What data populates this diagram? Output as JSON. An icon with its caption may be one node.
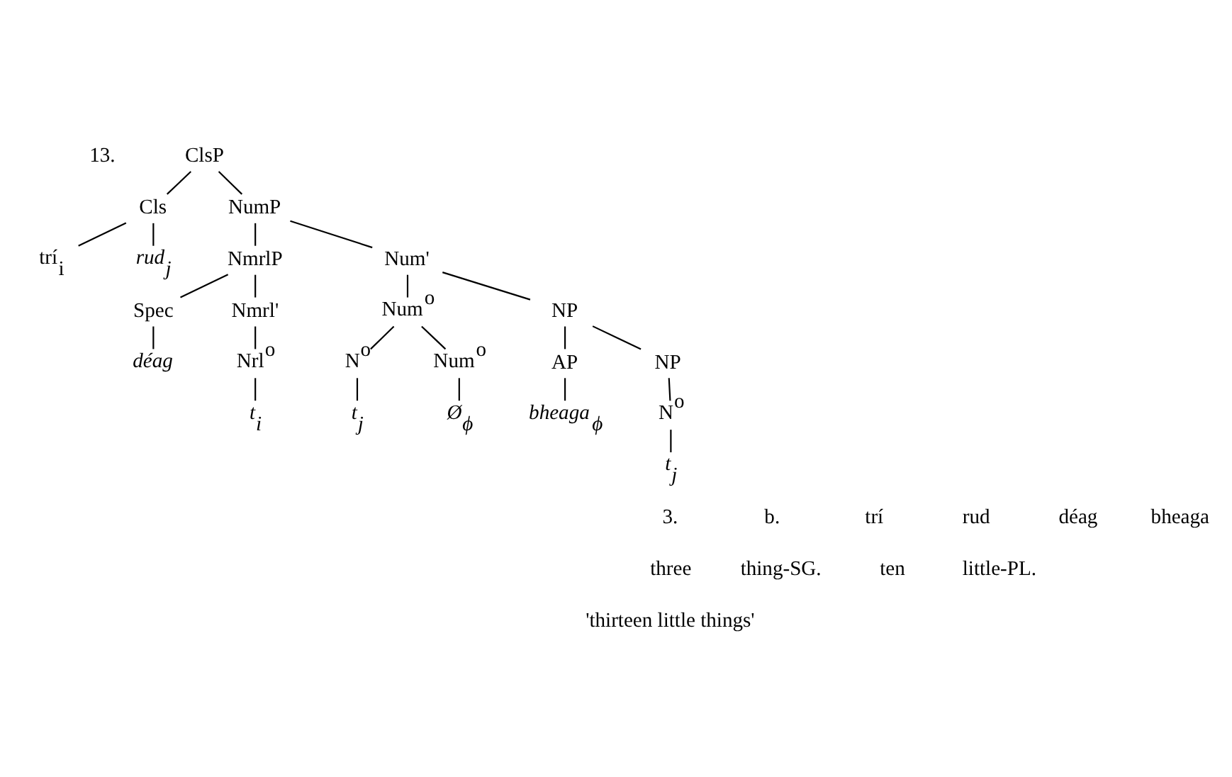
{
  "diagram": {
    "nodes": [
      {
        "text": [
          "ClsP"
        ]
      },
      {
        "text": [
          "Cls"
        ]
      },
      {
        "text": [
          "NumP"
        ]
      },
      {
        "text": [
          "trí$_{i}$"
        ]
      },
      {
        "text": [
          "rud$_{j}$"
        ]
      },
      {
        "text": [
          "NmrlP"
        ]
      },
      {
        "text": [
          "Num'"
        ]
      },
      {
        "text": [
          "Spec"
        ]
      },
      {
        "text": [
          "Nmrl'"
        ]
      },
      {
        "text": [
          "Num$^{o}$"
        ]
      },
      {
        "text": [
          "NP"
        ]
      },
      {
        "text": [
          "déag"
        ]
      },
      {
        "text": [
          "Nrl$^{o}$"
        ]
      },
      {
        "text": [
          "N$^{o}$"
        ]
      },
      {
        "text": [
          "Num$^{o}$"
        ]
      },
      {
        "text": [
          "AP"
        ]
      },
      {
        "text": [
          "NP"
        ]
      },
      {
        "text": [
          "t$_{i}$"
        ]
      },
      {
        "text": [
          "t$_{j}$"
        ]
      },
      {
        "text": [
          "Ø$_{ϕ}$"
        ]
      },
      {
        "text": [
          "bheaga$_{ϕ}$"
        ]
      },
      {
        "text": [
          "N$^{o}$"
        ]
      },
      {
        "text": [
          "t$_{j}$"
        ]
      }
    ],
    "edges": [
      {
        "from": 0,
        "to": 1,
        "arrow": "none"
      },
      {
        "from": 0,
        "to": 2,
        "arrow": "none"
      },
      {
        "from": 1,
        "to": 3,
        "arrow": "none"
      },
      {
        "from": 1,
        "to": 4,
        "arrow": "none"
      },
      {
        "from": 2,
        "to": 5,
        "arrow": "none"
      },
      {
        "from": 2,
        "to": 6,
        "arrow": "none"
      },
      {
        "from": 5,
        "to": 7,
        "arrow": "none"
      },
      {
        "from": 5,
        "to": 8,
        "arrow": "none"
      },
      {
        "from": 6,
        "to": 9,
        "arrow": "none"
      },
      {
        "from": 6,
        "to": 10,
        "arrow": "none"
      },
      {
        "from": 7,
        "to": 11,
        "arrow": "none"
      },
      {
        "from": 8,
        "to": 12,
        "arrow": "none"
      },
      {
        "from": 9,
        "to": 13,
        "arrow": "none"
      },
      {
        "from": 9,
        "to": 14,
        "arrow": "none"
      },
      {
        "from": 10,
        "to": 15,
        "arrow": "none"
      },
      {
        "from": 10,
        "to": 16,
        "arrow": "none"
      },
      {
        "from": 12,
        "to": 17,
        "arrow": "none"
      },
      {
        "from": 13,
        "to": 18,
        "arrow": "none"
      },
      {
        "from": 14,
        "to": 19,
        "arrow": "none"
      },
      {
        "from": 15,
        "to": 20,
        "arrow": "none"
      },
      {
        "from": 16,
        "to": 21,
        "arrow": "none"
      },
      {
        "from": 21,
        "to": 22,
        "arrow": "none"
      }
    ],
    "labels": [
      "13.",
      "3.",
      "b.",
      "trí",
      "rud",
      "déag",
      "bheaga",
      "three",
      "thing-SG.",
      "ten",
      "little-PL.",
      "'thirteen little things'"
    ]
  }
}
